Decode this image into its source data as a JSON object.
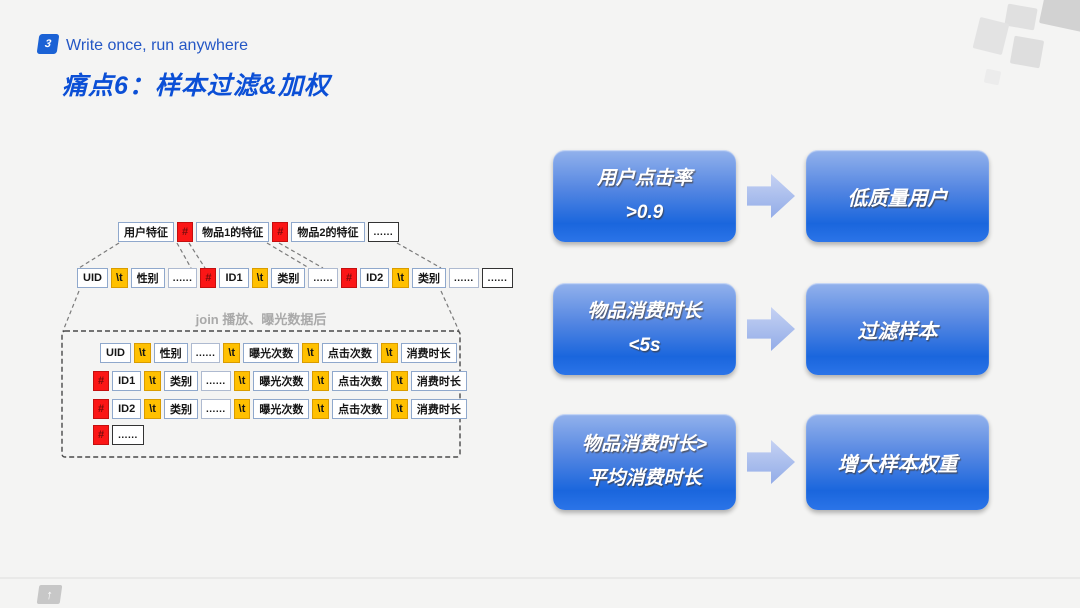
{
  "header": {
    "page_number": "3",
    "tagline": "Write once, run anywhere",
    "title": "痛点6：样本过滤&加权"
  },
  "diagram": {
    "join_label": "join 播放、曝光数据后",
    "feature_row": [
      {
        "t": "用户特征",
        "k": "box"
      },
      {
        "t": "#",
        "k": "hash"
      },
      {
        "t": "物品1的特征",
        "k": "box"
      },
      {
        "t": "#",
        "k": "hash"
      },
      {
        "t": "物品2的特征",
        "k": "box"
      },
      {
        "t": "......",
        "k": "strong"
      }
    ],
    "sample_row": [
      {
        "t": "UID",
        "k": "box"
      },
      {
        "t": "\\t",
        "k": "tab"
      },
      {
        "t": "性别",
        "k": "box"
      },
      {
        "t": "......",
        "k": "dots"
      },
      {
        "t": "#",
        "k": "hash"
      },
      {
        "t": "ID1",
        "k": "box"
      },
      {
        "t": "\\t",
        "k": "tab"
      },
      {
        "t": "类别",
        "k": "box"
      },
      {
        "t": "......",
        "k": "dots"
      },
      {
        "t": "#",
        "k": "hash"
      },
      {
        "t": "ID2",
        "k": "box"
      },
      {
        "t": "\\t",
        "k": "tab"
      },
      {
        "t": "类别",
        "k": "box"
      },
      {
        "t": "......",
        "k": "dots"
      },
      {
        "t": "......",
        "k": "strong"
      }
    ],
    "joined_row_1": [
      {
        "t": "UID",
        "k": "box"
      },
      {
        "t": "\\t",
        "k": "tab"
      },
      {
        "t": "性别",
        "k": "box"
      },
      {
        "t": "......",
        "k": "dots"
      },
      {
        "t": "\\t",
        "k": "tab"
      },
      {
        "t": "曝光次数",
        "k": "box"
      },
      {
        "t": "\\t",
        "k": "tab"
      },
      {
        "t": "点击次数",
        "k": "box"
      },
      {
        "t": "\\t",
        "k": "tab"
      },
      {
        "t": "消费时长",
        "k": "box"
      }
    ],
    "joined_row_2": [
      {
        "t": "#",
        "k": "hash"
      },
      {
        "t": "ID1",
        "k": "box"
      },
      {
        "t": "\\t",
        "k": "tab"
      },
      {
        "t": "类别",
        "k": "box"
      },
      {
        "t": "......",
        "k": "dots"
      },
      {
        "t": "\\t",
        "k": "tab"
      },
      {
        "t": "曝光次数",
        "k": "box"
      },
      {
        "t": "\\t",
        "k": "tab"
      },
      {
        "t": "点击次数",
        "k": "box"
      },
      {
        "t": "\\t",
        "k": "tab"
      },
      {
        "t": "消费时长",
        "k": "box"
      }
    ],
    "joined_row_3": [
      {
        "t": "#",
        "k": "hash"
      },
      {
        "t": "ID2",
        "k": "box"
      },
      {
        "t": "\\t",
        "k": "tab"
      },
      {
        "t": "类别",
        "k": "box"
      },
      {
        "t": "......",
        "k": "dots"
      },
      {
        "t": "\\t",
        "k": "tab"
      },
      {
        "t": "曝光次数",
        "k": "box"
      },
      {
        "t": "\\t",
        "k": "tab"
      },
      {
        "t": "点击次数",
        "k": "box"
      },
      {
        "t": "\\t",
        "k": "tab"
      },
      {
        "t": "消费时长",
        "k": "box"
      }
    ],
    "joined_row_4": [
      {
        "t": "#",
        "k": "hash"
      },
      {
        "t": "......",
        "k": "strong"
      }
    ]
  },
  "flow": {
    "rows": [
      {
        "line1": "用户点击率",
        "line2": ">0.9",
        "result": "低质量用户"
      },
      {
        "line1": "物品消费时长",
        "line2": "<5s",
        "result": "过滤样本"
      },
      {
        "line1": "物品消费时长>",
        "line2": "平均消费时长",
        "result": "增大样本权重"
      }
    ]
  },
  "icons": {
    "footer_logo_glyph": "↑"
  },
  "colors": {
    "title_blue": "#0b4fd6",
    "badge_blue": "#1b62d5",
    "flow_box_top": "#93b2ec",
    "flow_box_bottom": "#1a66dd",
    "tab_yellow": "#ffc000",
    "hash_red": "#fb1616",
    "arrow_blue": "#a6bbec",
    "background": "#f4f4f3"
  }
}
